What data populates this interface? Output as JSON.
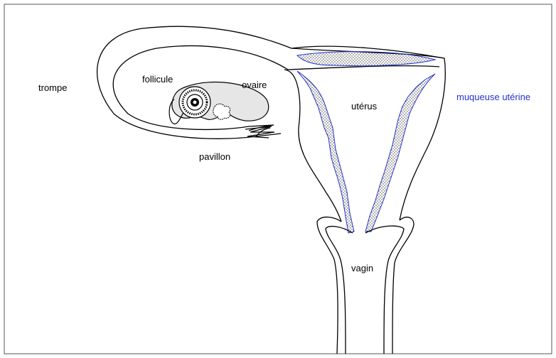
{
  "labels": {
    "trompe": "trompe",
    "follicule": "follicule",
    "ovaire": "ovaire",
    "pavillon": "pavillon",
    "uterus": "utérus",
    "muqueuse": "muqueuse utérine",
    "vagin": "vagin"
  },
  "colors": {
    "outline": "#000000",
    "mucosa_outline": "#2233cc",
    "ovary_fill": "#e6e6e6",
    "frame": "#555555"
  }
}
